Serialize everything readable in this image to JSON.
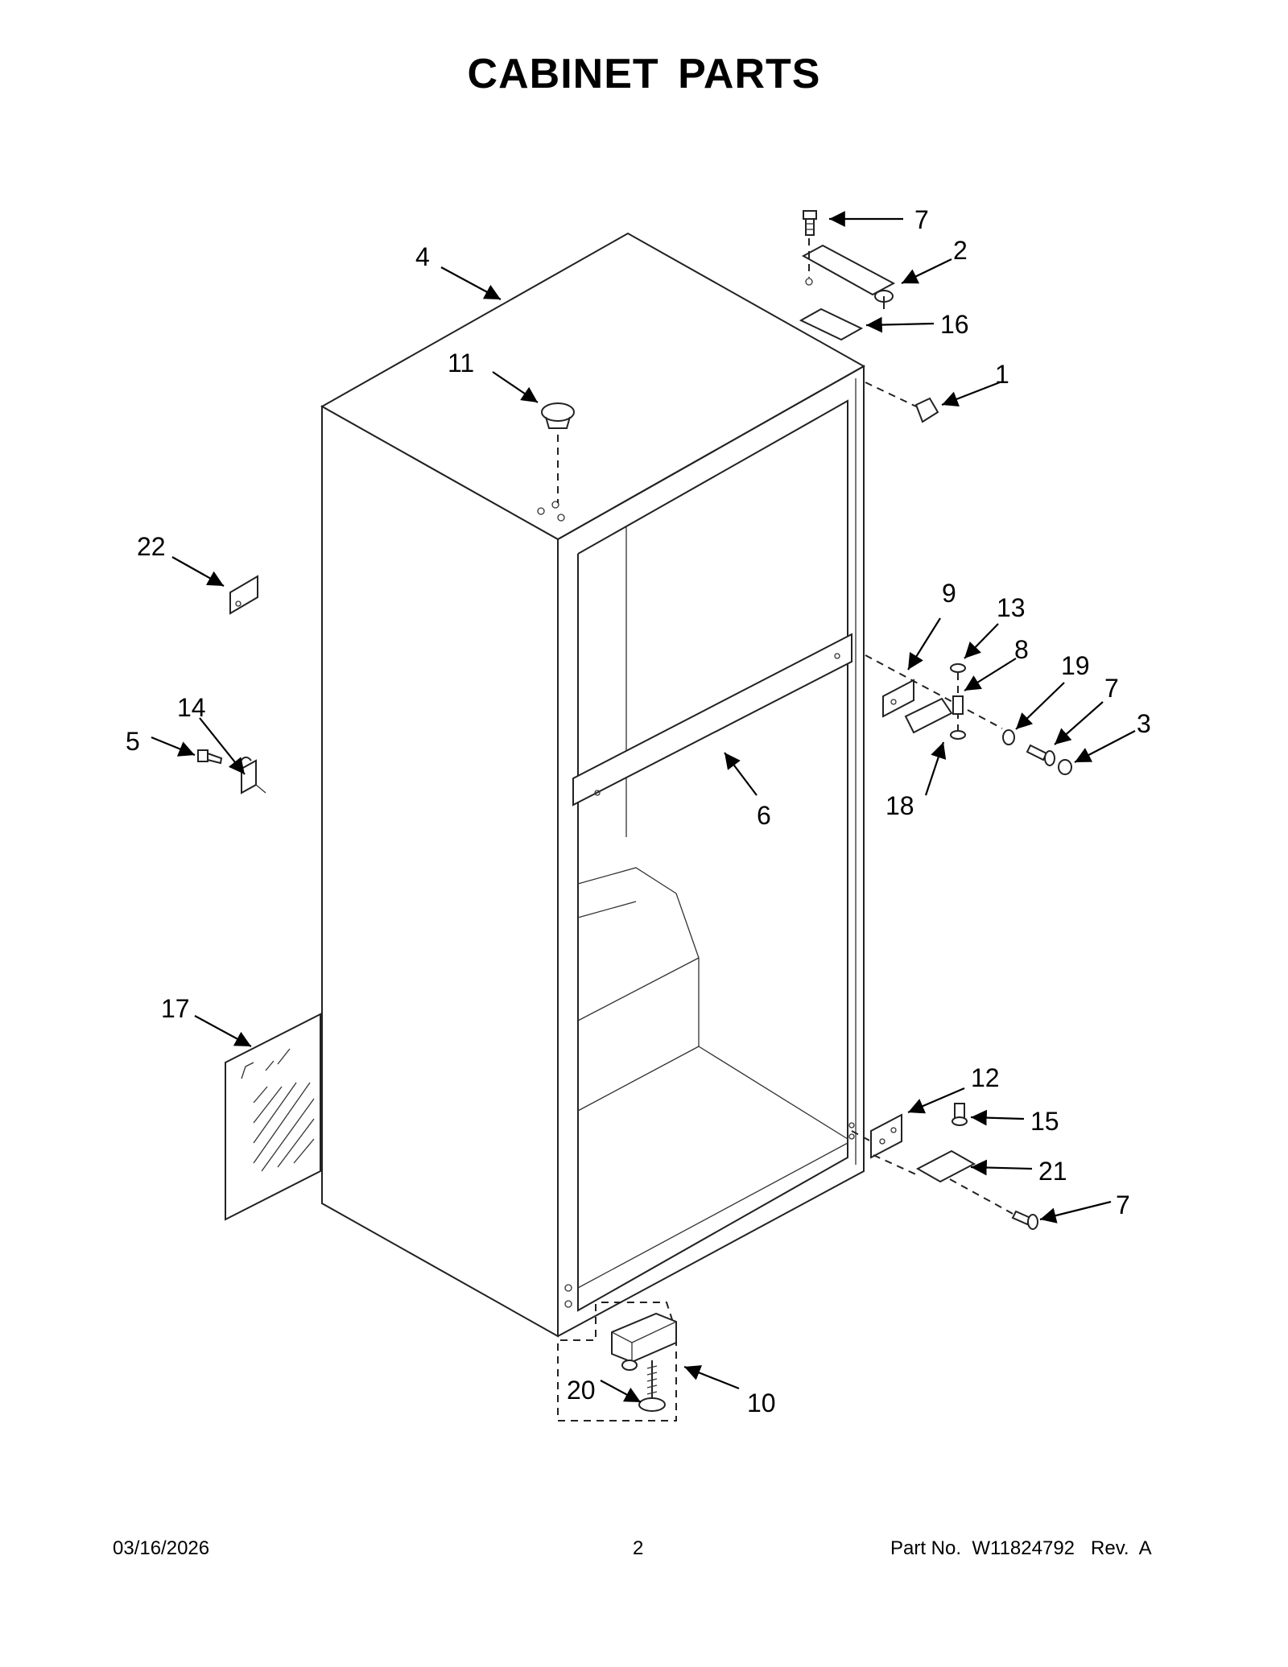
{
  "page": {
    "title": "CABINET PARTS"
  },
  "callouts": [
    {
      "id": "c7a",
      "label": "7"
    },
    {
      "id": "c2",
      "label": "2"
    },
    {
      "id": "c4",
      "label": "4"
    },
    {
      "id": "c16",
      "label": "16"
    },
    {
      "id": "c11",
      "label": "11"
    },
    {
      "id": "c1",
      "label": "1"
    },
    {
      "id": "c22",
      "label": "22"
    },
    {
      "id": "c9",
      "label": "9"
    },
    {
      "id": "c13",
      "label": "13"
    },
    {
      "id": "c8",
      "label": "8"
    },
    {
      "id": "c19",
      "label": "19"
    },
    {
      "id": "c7b",
      "label": "7"
    },
    {
      "id": "c3",
      "label": "3"
    },
    {
      "id": "c14",
      "label": "14"
    },
    {
      "id": "c5",
      "label": "5"
    },
    {
      "id": "c6",
      "label": "6"
    },
    {
      "id": "c18",
      "label": "18"
    },
    {
      "id": "c17",
      "label": "17"
    },
    {
      "id": "c12",
      "label": "12"
    },
    {
      "id": "c15",
      "label": "15"
    },
    {
      "id": "c21",
      "label": "21"
    },
    {
      "id": "c7c",
      "label": "7"
    },
    {
      "id": "c20",
      "label": "20"
    },
    {
      "id": "c10",
      "label": "10"
    }
  ],
  "footer": {
    "date": "03/16/2026",
    "page_number": "2",
    "part_number": "Part No.  W11824792   Rev.  A"
  }
}
